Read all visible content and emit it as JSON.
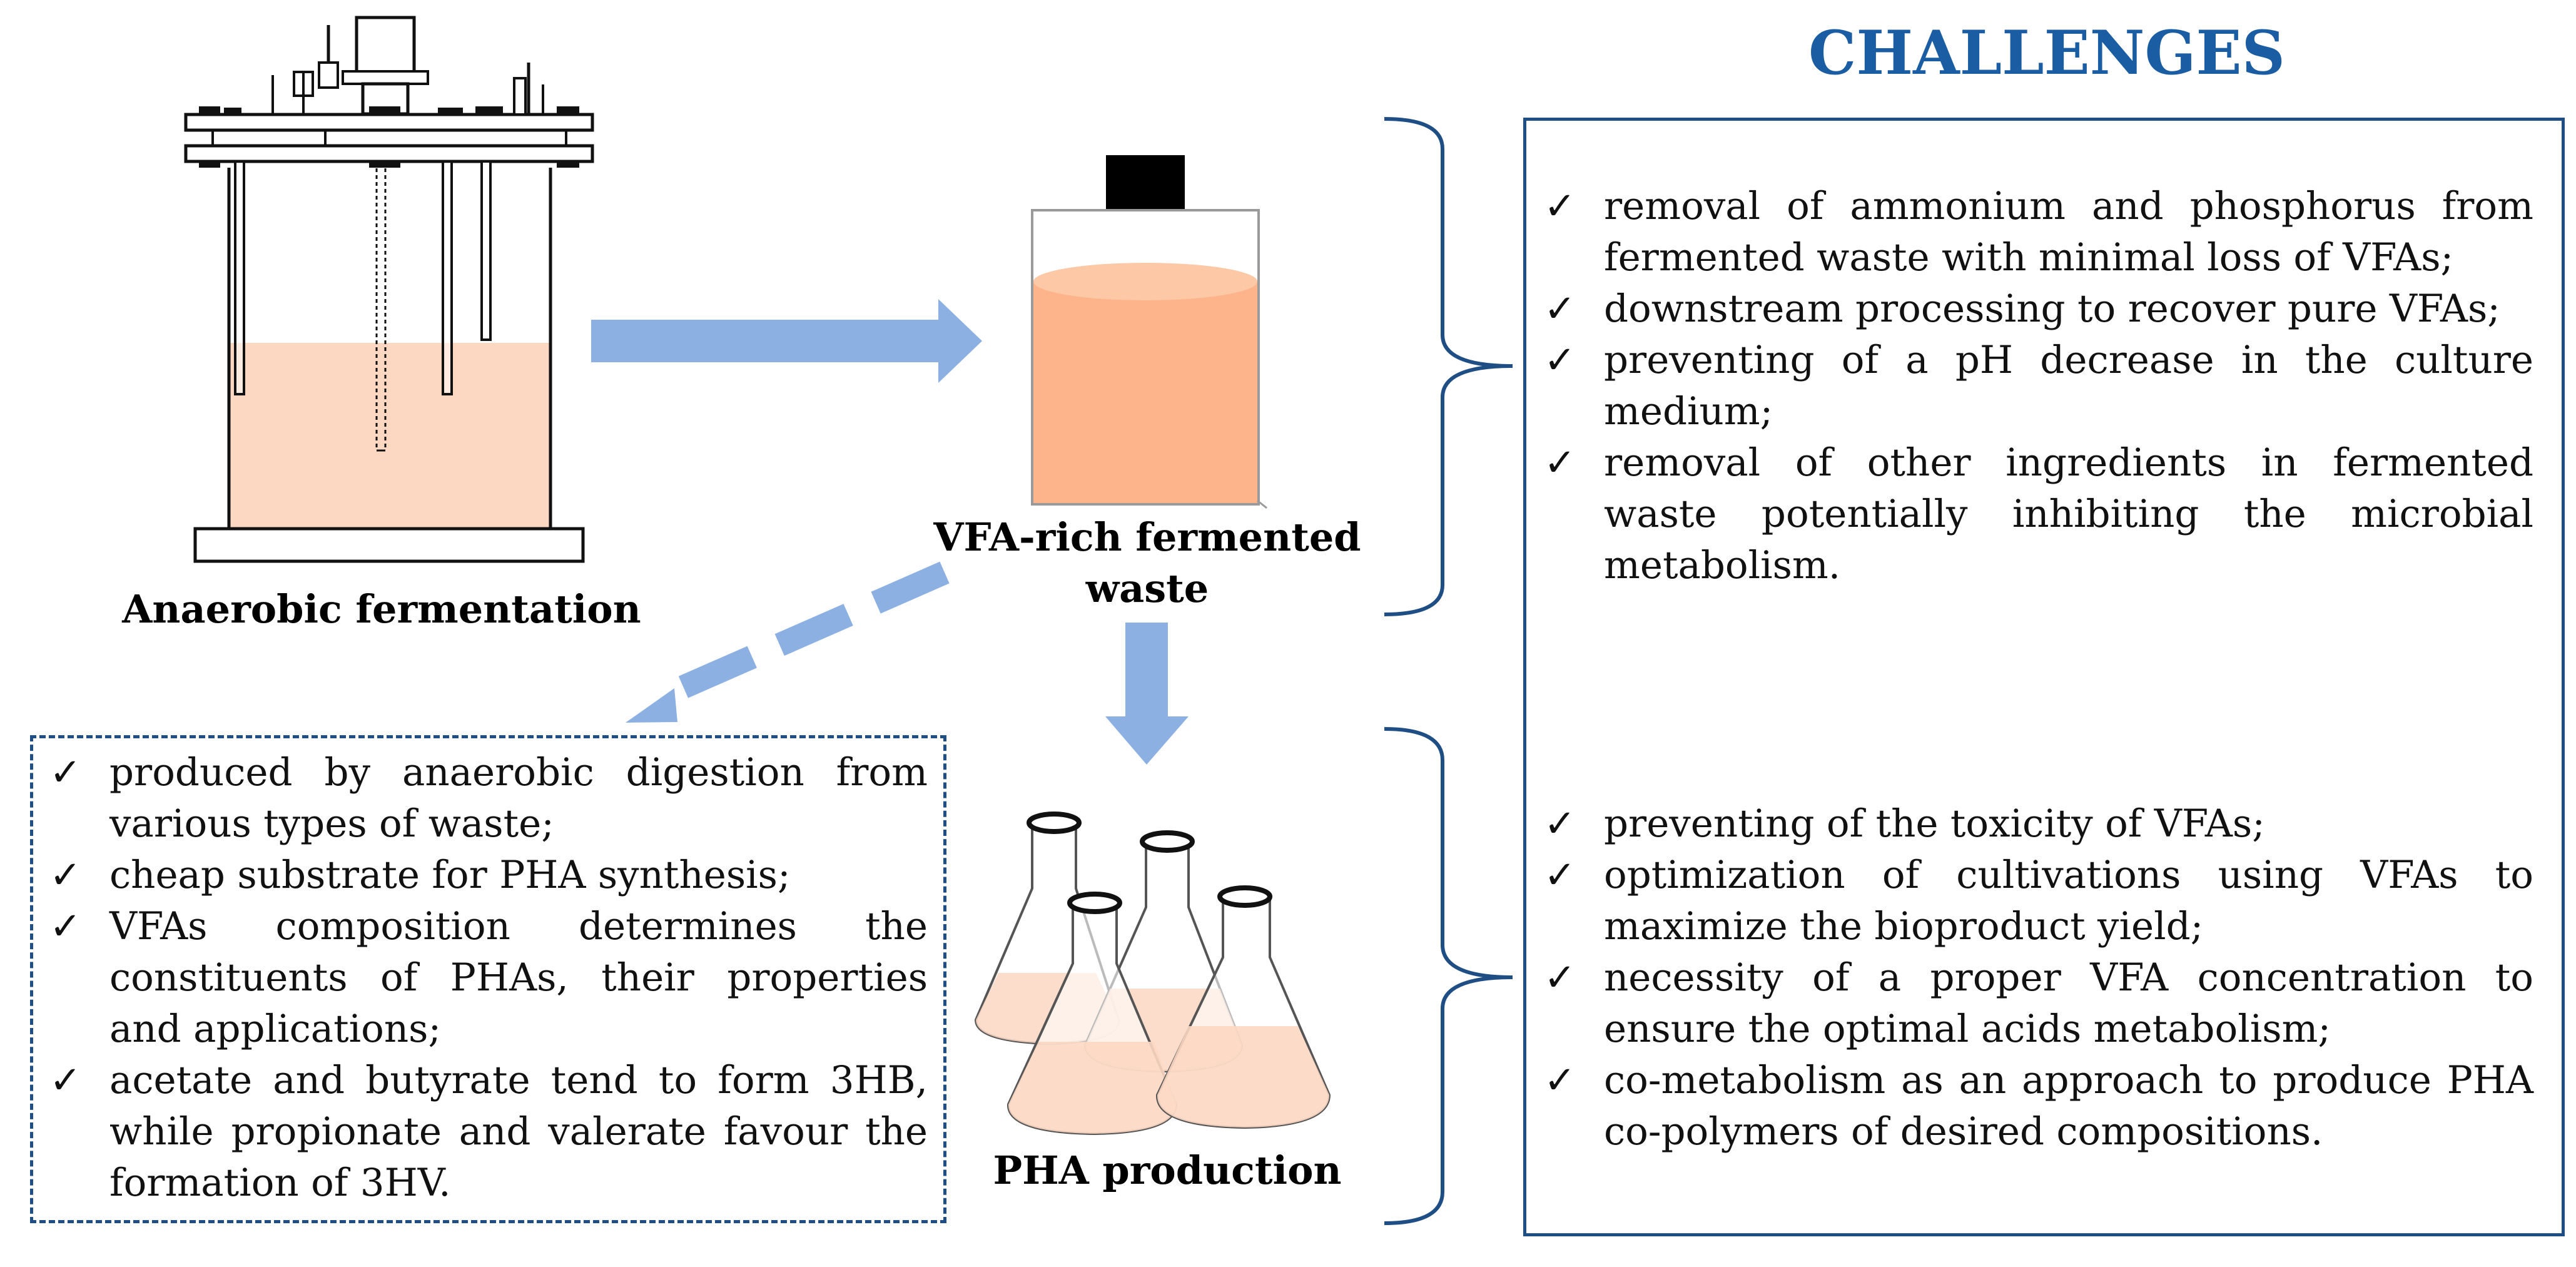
{
  "labels": {
    "anaerobic": "Anaerobic fermentation",
    "vfa_line1": "VFA-rich fermented",
    "vfa_line2": "waste",
    "pha": "PHA production",
    "challenges_title": "CHALLENGES"
  },
  "vfa_properties": [
    "produced by anaerobic digestion from various types of waste;",
    "cheap substrate for PHA synthesis;",
    "VFAs composition determines the constituents of PHAs, their properties and applications;",
    "acetate and butyrate tend to form 3HB, while propionate and valerate favour the formation of 3HV."
  ],
  "challenges_vfa": [
    "removal of ammonium and phosphorus from fermented waste with minimal loss of VFAs;",
    "downstream processing to recover pure VFAs;",
    "preventing of a pH decrease in the culture medium;",
    "removal of other ingredients in fermented waste potentially inhibiting the microbial metabolism."
  ],
  "challenges_pha": [
    "preventing of the toxicity of VFAs;",
    "optimization of cultivations using VFAs to maximize the bioproduct yield;",
    "necessity of a proper VFA concentration to ensure the optimal acids metabolism;",
    "co-metabolism as an approach to produce PHA co-polymers of desired compositions."
  ],
  "check_glyph": "✓",
  "colors": {
    "arrow": "#8db0e3",
    "box_border": "#1f4e84",
    "title": "#1b5da3",
    "liquid_light": "#fcd7c2",
    "liquid_dark": "#fdb48a"
  },
  "icons": {
    "reactor": "bioreactor-icon",
    "bottle": "bottle-icon",
    "flasks": "erlenmeyer-flasks-icon"
  }
}
